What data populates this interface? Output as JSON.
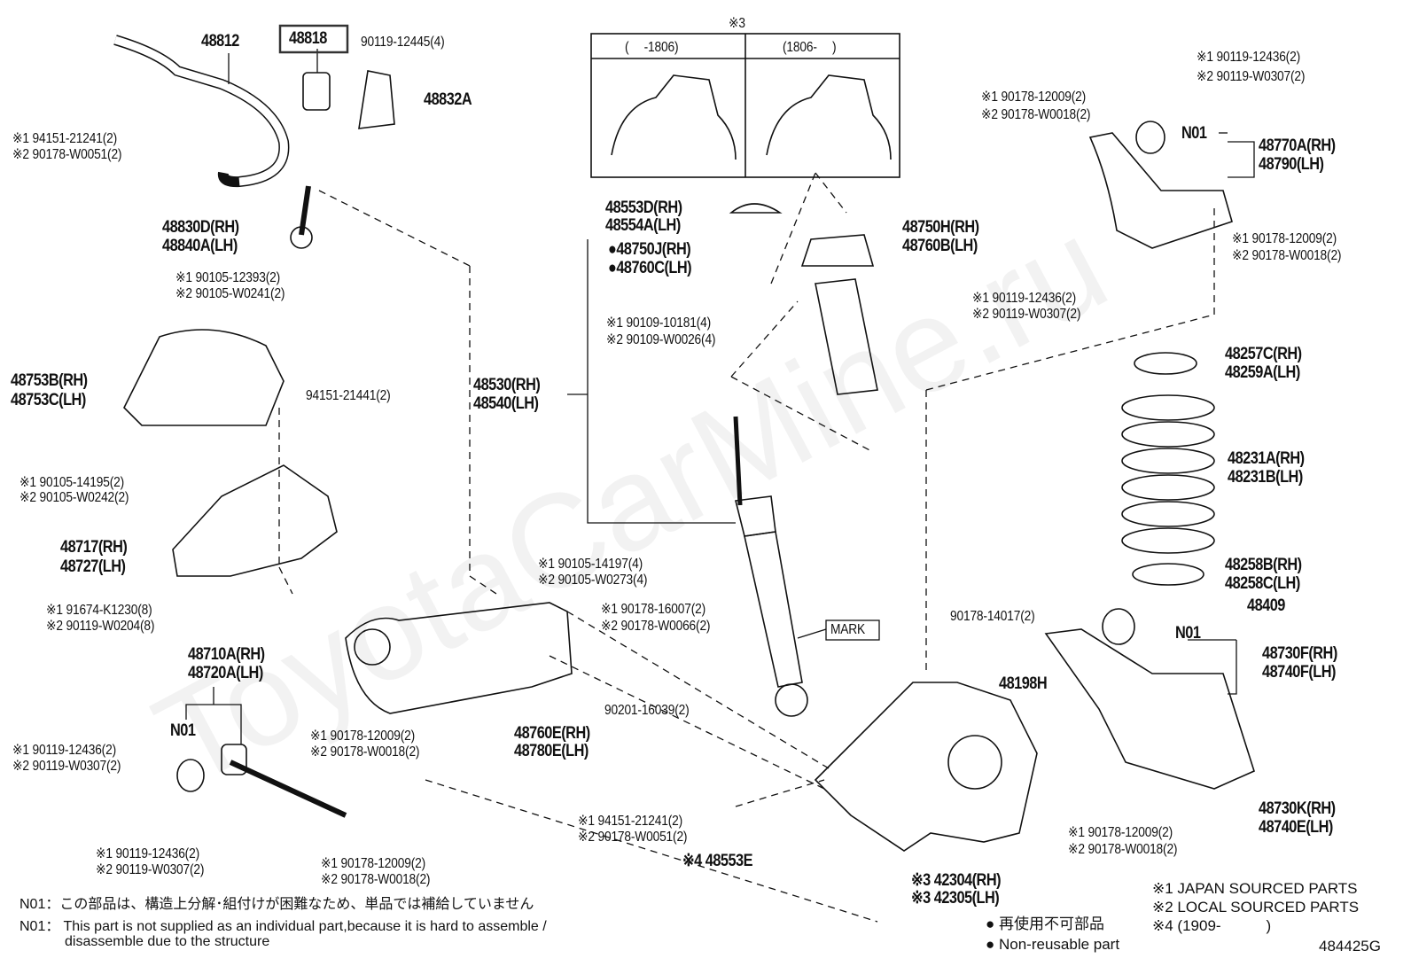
{
  "watermark": "ToyotaCarMine.ru",
  "inset": {
    "title": "※3",
    "left": "(　 -1806)",
    "right": "(1806-　 )"
  },
  "labels": [
    "48812",
    "48818",
    "90119-12445(4)",
    "48832A",
    "※1 94151-21241(2)",
    "※2 90178-W0051(2)",
    "48830D(RH)",
    "48840A(LH)",
    "※1 90105-12393(2)",
    "※2 90105-W0241(2)",
    "48753B(RH)",
    "48753C(LH)",
    "94151-21441(2)",
    "※1 90105-14195(2)",
    "※2 90105-W0242(2)",
    "48717(RH)",
    "48727(LH)",
    "※1 91674-K1230(8)",
    "※2 90119-W0204(8)",
    "48710A(RH)",
    "48720A(LH)",
    "N01",
    "※1 90119-12436(2)",
    "※2 90119-W0307(2)",
    "※1 90178-12009(2)",
    "※2 90178-W0018(2)",
    "※1 90119-12436(2)",
    "※2 90119-W0307(2)",
    "※1 90178-12009(2)",
    "※2 90178-W0018(2)",
    "48553D(RH)",
    "48554A(LH)",
    "●48750J(RH)",
    "●48760C(LH)",
    "48530(RH)",
    "48540(LH)",
    "※1 90109-10181(4)",
    "※2 90109-W0026(4)",
    "48750H(RH)",
    "48760B(LH)",
    "※1 90105-14197(4)",
    "※2 90105-W0273(4)",
    "※1 90178-16007(2)",
    "※2 90178-W0066(2)",
    "MARK",
    "90201-16039(2)",
    "48760E(RH)",
    "48780E(LH)",
    "※1 94151-21241(2)",
    "※2 90178-W0051(2)",
    "※4 48553E",
    "※3 42304(RH)",
    "※3 42305(LH)",
    "90178-14017(2)",
    "48198H",
    "※1 90119-12436(2)",
    "※2 90119-W0307(2)",
    "※1 90178-12009(2)",
    "※2 90178-W0018(2)",
    "N01",
    "48770A(RH)",
    "48790(LH)",
    "※1 90178-12009(2)",
    "※2 90178-W0018(2)",
    "※1 90119-12436(2)",
    "※2 90119-W0307(2)",
    "48257C(RH)",
    "48259A(LH)",
    "48231A(RH)",
    "48231B(LH)",
    "48258B(RH)",
    "48258C(LH)",
    "48409",
    "N01",
    "48730F(RH)",
    "48740F(LH)",
    "48730K(RH)",
    "48740E(LH)",
    "※1 90178-12009(2)",
    "※2 90178-W0018(2)"
  ],
  "notes": {
    "jp": "N01：この部品は、構造上分解･組付けが困難なため、単品では補給していません",
    "en1": "N01： This part is not supplied as an individual part,because it is hard to assemble /",
    "en2": "disassemble due to the structure"
  },
  "legend": {
    "jp_nonreusable": "● 再使用不可部品",
    "en_nonreusable": "● Non-reusable part",
    "s1": "※1 JAPAN SOURCED PARTS",
    "s2": "※2 LOCAL SOURCED PARTS",
    "s4": "※4 (1909-　　　)",
    "code": "484425G"
  }
}
